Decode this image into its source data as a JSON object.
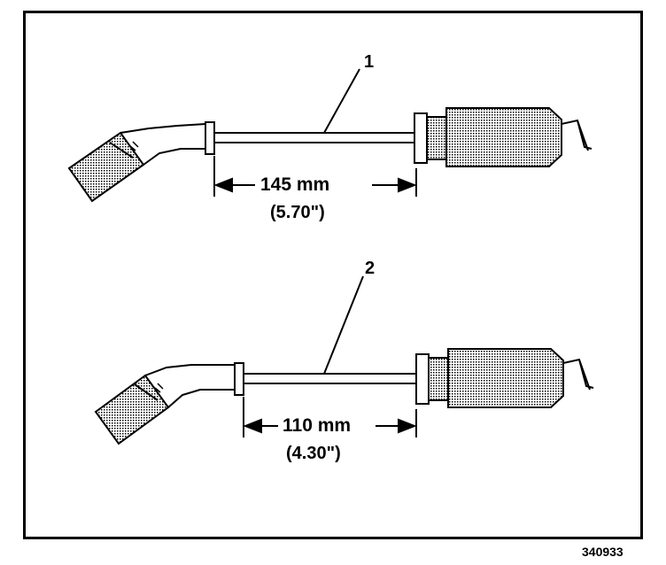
{
  "figure_id": "340933",
  "callouts": [
    {
      "label": "1",
      "dimension_mm": "145 mm",
      "dimension_in": "(5.70\")"
    },
    {
      "label": "2",
      "dimension_mm": "110 mm",
      "dimension_in": "(4.30\")"
    }
  ],
  "colors": {
    "ink": "#000000",
    "paper": "#ffffff",
    "shade": "#9a9a9a"
  }
}
